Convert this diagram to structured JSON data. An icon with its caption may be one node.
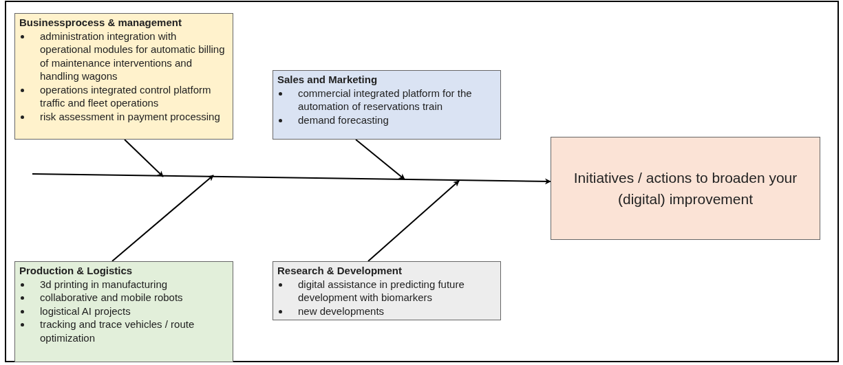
{
  "diagram": {
    "nodes": [
      {
        "text": [
          "Businessprocess & management",
          "administration integration with operational modules for automatic billing of maintenance interventions and handling wagons",
          "operations integrated control platform traffic and fleet operations",
          "risk assessment in payment processing"
        ]
      },
      {
        "text": [
          "Sales and Marketing",
          "commercial integrated platform for the automation of reservations train",
          "demand forecasting"
        ]
      },
      {
        "text": [
          "Production & Logistics",
          "3d printing in manufacturing",
          "collaborative and mobile robots",
          "logistical AI projects",
          "tracking and trace vehicles / route optimization"
        ]
      },
      {
        "text": [
          "Research & Development",
          "digital assistance in predicting future development with biomarkers",
          "new developments"
        ]
      },
      {
        "text": [
          "Initiatives / actions to broaden your (digital) improvement"
        ]
      }
    ],
    "edges": [
      {
        "from": null,
        "to": 4,
        "arrow": "to"
      },
      {
        "from": 0,
        "to": null,
        "arrow": "to"
      },
      {
        "from": 1,
        "to": null,
        "arrow": "to"
      },
      {
        "from": 2,
        "to": null,
        "arrow": "to"
      },
      {
        "from": 3,
        "to": null,
        "arrow": "to"
      }
    ]
  }
}
